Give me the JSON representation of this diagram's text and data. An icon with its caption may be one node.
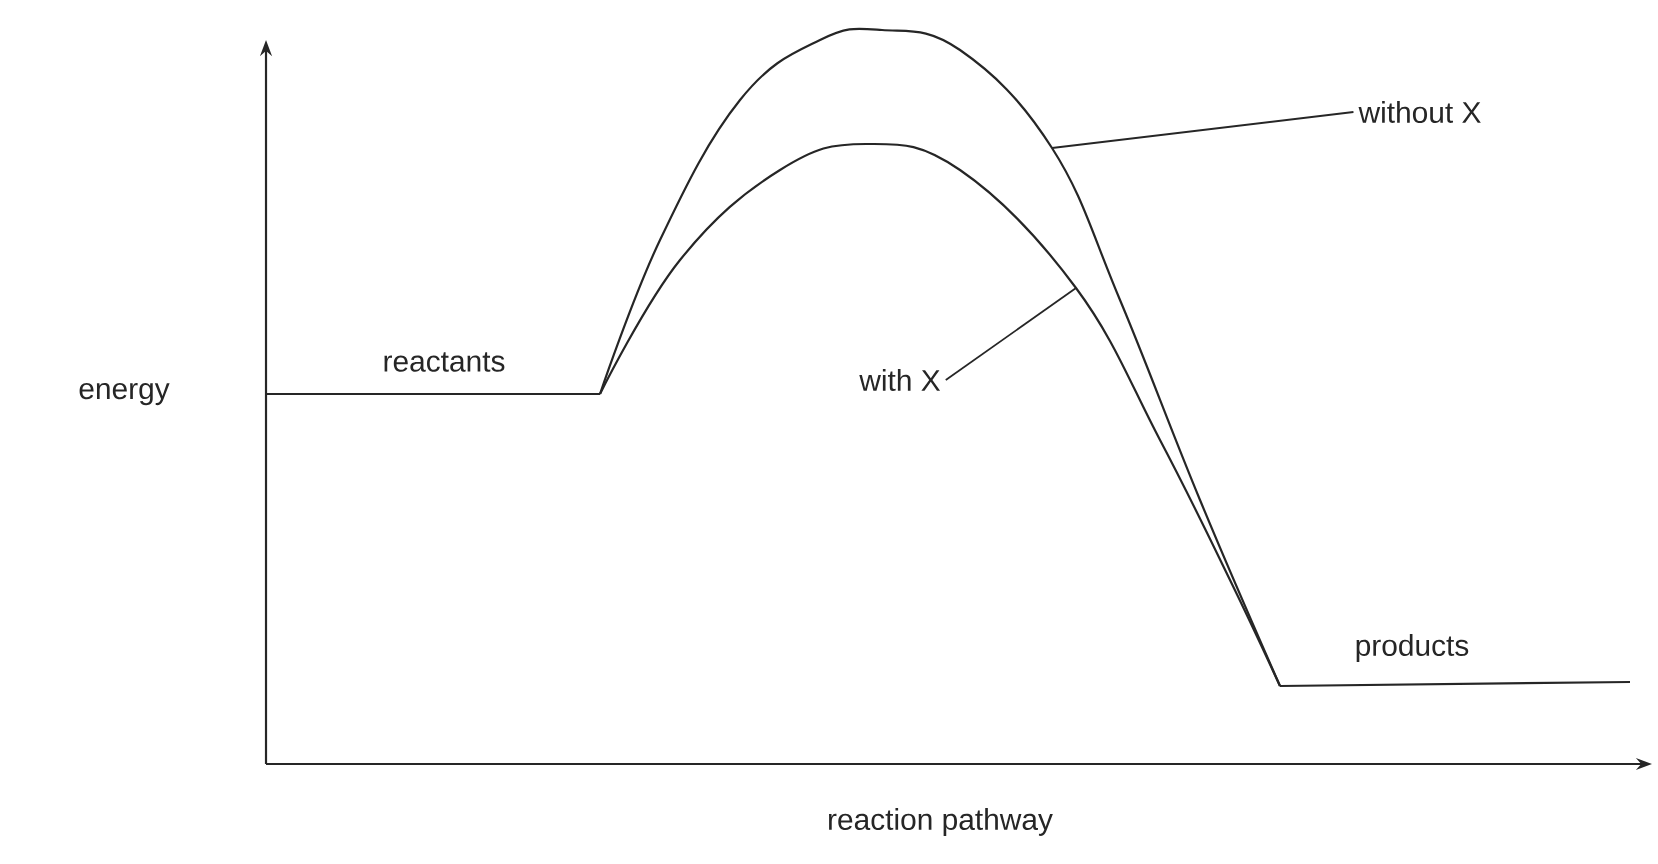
{
  "diagram": {
    "nodes": [
      {
        "text": [
          "without X"
        ]
      },
      {
        "text": [
          "with X"
        ]
      }
    ],
    "edges": [
      {
        "from": 0,
        "to": null,
        "arrow": "none"
      },
      {
        "from": 1,
        "to": null,
        "arrow": "none"
      }
    ],
    "labels": [
      "energy",
      "reactants",
      "products",
      "reaction pathway"
    ]
  }
}
